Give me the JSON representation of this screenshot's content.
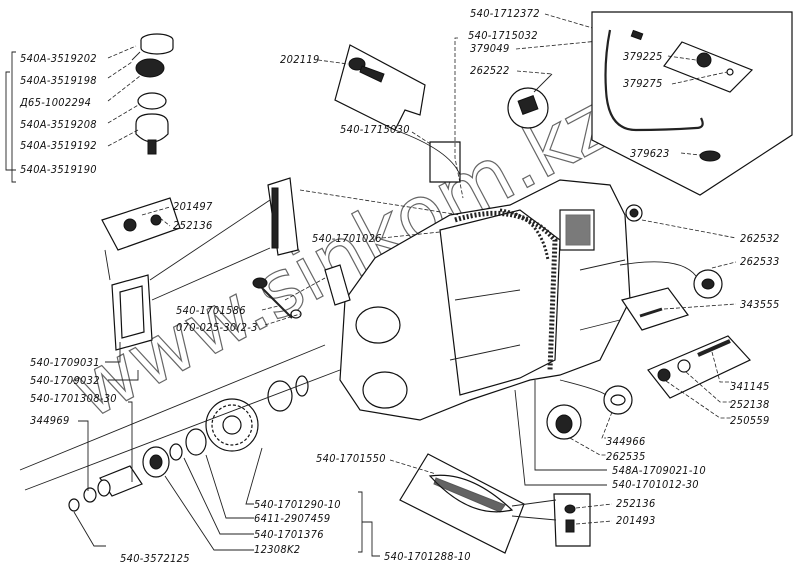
{
  "diagram": {
    "title": "Gearbox housing exploded view",
    "watermark": "www.sinkom.kz",
    "labels": {
      "l540A_3519202": "540A-3519202",
      "l540A_3519198": "540A-3519198",
      "lD65_1002294": "Д65-1002294",
      "l540A_3519208": "540A-3519208",
      "l540A_3519192": "540A-3519192",
      "l540A_3519190": "540A-3519190",
      "l202119": "202119",
      "l540_1715030": "540-1715030",
      "l540_1712372": "540-1712372",
      "l540_1715032": "540-1715032",
      "l379049": "379049",
      "l262522": "262522",
      "l379225": "379225",
      "l379275": "379275",
      "l379623": "379623",
      "l201497": "201497",
      "l252136a": "252136",
      "l540_1701026": "540-1701026",
      "l262532": "262532",
      "l262533": "262533",
      "l540_1701586": "540-1701586",
      "l070_025": "070-025-30(2-3",
      "l343555": "343555",
      "l540_1709031": "540-1709031",
      "l540_1709032": "540-1709032",
      "l540_1701308_30": "540-1701308-30",
      "l344969": "344969",
      "l341145": "341145",
      "l252138": "252138",
      "l250559": "250559",
      "l344966": "344966",
      "l262535": "262535",
      "l548A_1709021_10": "548A-1709021-10",
      "l540_1701012_30": "540-1701012-30",
      "l540_1701550": "540-1701550",
      "l252136b": "252136",
      "l201493": "201493",
      "l540_1701290_10": "540-1701290-10",
      "l6411_2907459": "6411-2907459",
      "l540_1701376": "540-1701376",
      "l12308K2": "12308K2",
      "l540_3572125": "540-3572125",
      "l540_1701288_10": "540-1701288-10"
    }
  }
}
